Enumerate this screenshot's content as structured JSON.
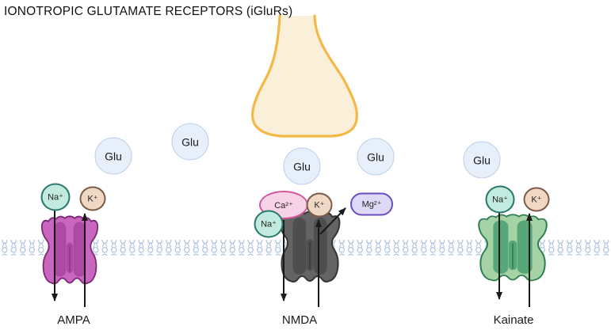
{
  "title": "IONOTROPIC GLUTAMATE RECEPTORS (iGluRs)",
  "glutamate": {
    "label": "Glu",
    "count": 5
  },
  "receptors": [
    {
      "label": "AMPA",
      "color": "#C966BD",
      "ions": [
        {
          "label": "Na⁺",
          "direction": "in"
        },
        {
          "label": "K⁺",
          "direction": "out"
        }
      ]
    },
    {
      "label": "NMDA",
      "color": "#646464",
      "ions": [
        {
          "label": "Ca²⁺",
          "direction": "in"
        },
        {
          "label": "K⁺",
          "direction": "out"
        },
        {
          "label": "Na⁺",
          "direction": "in"
        },
        {
          "label": "Mg²⁺",
          "direction": "released-from-pore"
        }
      ]
    },
    {
      "label": "Kainate",
      "color": "#A5D3A6",
      "ions": [
        {
          "label": "Na⁺",
          "direction": "in"
        },
        {
          "label": "K⁺",
          "direction": "out"
        }
      ]
    }
  ],
  "colors": {
    "ampa_receptor": "#C966BD",
    "nmda_receptor": "#646464",
    "kainate_receptor": "#A5D3A6",
    "sodium_ion": "#C3EADE",
    "potassium_ion": "#EFD9C5",
    "calcium_ion": "#F8D2E6",
    "magnesium_ion": "#DED9F7",
    "glutamate_bubble": "#E7EFFA",
    "membrane": "#A9C2DE",
    "presynaptic_terminal_fill": "#FAF0DA",
    "presynaptic_terminal_stroke": "#F3B845",
    "arrow": "#1a1a1a"
  }
}
